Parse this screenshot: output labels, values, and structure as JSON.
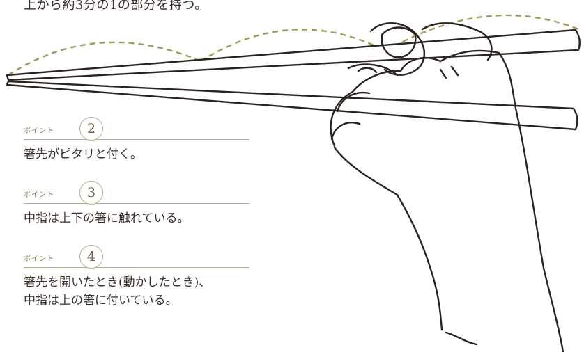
{
  "top_note": "上から約3分の1の部分を持つ。",
  "points": [
    {
      "label": "ポイント",
      "number": "2",
      "lines": [
        "箸先がピタリと付く。"
      ]
    },
    {
      "label": "ポイント",
      "number": "3",
      "lines": [
        "中指は上下の箸に触れている。"
      ]
    },
    {
      "label": "ポイント",
      "number": "4",
      "lines": [
        "箸先を開いたとき(動かしたとき)、",
        "中指は上の箸に付いている。"
      ]
    }
  ],
  "colors": {
    "text": "#3a2f2a",
    "accent": "#b8a98f",
    "dashed_arc": "#a19a56",
    "line_art": "#2a2320"
  }
}
